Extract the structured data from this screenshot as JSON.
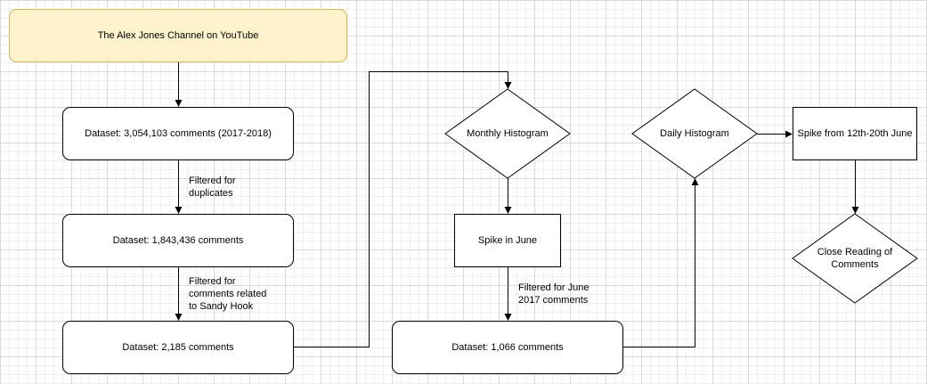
{
  "nodes": {
    "source": "The Alex Jones Channel on YouTube",
    "dataset_full": "Dataset: 3,054,103 comments (2017-2018)",
    "dataset_dedup": "Dataset: 1,843,436 comments",
    "dataset_sandy": "Dataset: 2,185 comments",
    "monthly_hist": "Monthly Histogram",
    "spike_june": "Spike in June",
    "dataset_june": "Dataset: 1,066 comments",
    "daily_hist": "Daily Histogram",
    "spike_days": "Spike from 12th-20th June",
    "close_reading": "Close Reading of Comments"
  },
  "edge_labels": {
    "duplicates": [
      "Filtered for",
      "duplicates"
    ],
    "sandy_hook": [
      "Filtered for",
      "comments related",
      "to Sandy Hook"
    ],
    "june": [
      "Filtered for June",
      "2017 comments"
    ]
  },
  "colors": {
    "start_fill": "#fff2cc",
    "start_border": "#d6b656",
    "grid": "#d9d9d9"
  }
}
